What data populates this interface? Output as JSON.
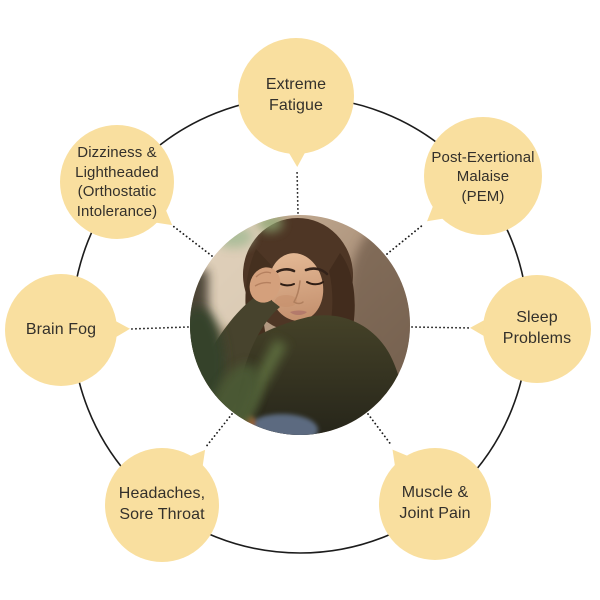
{
  "diagram": {
    "center_image": {
      "description": "Tired young woman with short brown hair resting her head on her hand, wearing a dark green sweater, blurred plant in foreground"
    },
    "bubbles": [
      {
        "id": "extreme-fatigue",
        "label": "Extreme\nFatigue"
      },
      {
        "id": "post-exertional-malaise",
        "label": "Post-Exertional\nMalaise\n(PEM)"
      },
      {
        "id": "sleep-problems",
        "label": "Sleep\nProblems"
      },
      {
        "id": "muscle-joint-pain",
        "label": "Muscle &\nJoint Pain"
      },
      {
        "id": "headaches-sore-throat",
        "label": "Headaches,\nSore Throat"
      },
      {
        "id": "brain-fog",
        "label": "Brain Fog"
      },
      {
        "id": "dizziness-lightheaded",
        "label": "Dizziness &\nLightheaded\n(Orthostatic\nIntolerance)"
      }
    ],
    "colors": {
      "bubble_fill": "#F9DF9F",
      "text": "#33302B",
      "line": "#1C1C1C",
      "background": "#FFFFFF"
    }
  }
}
